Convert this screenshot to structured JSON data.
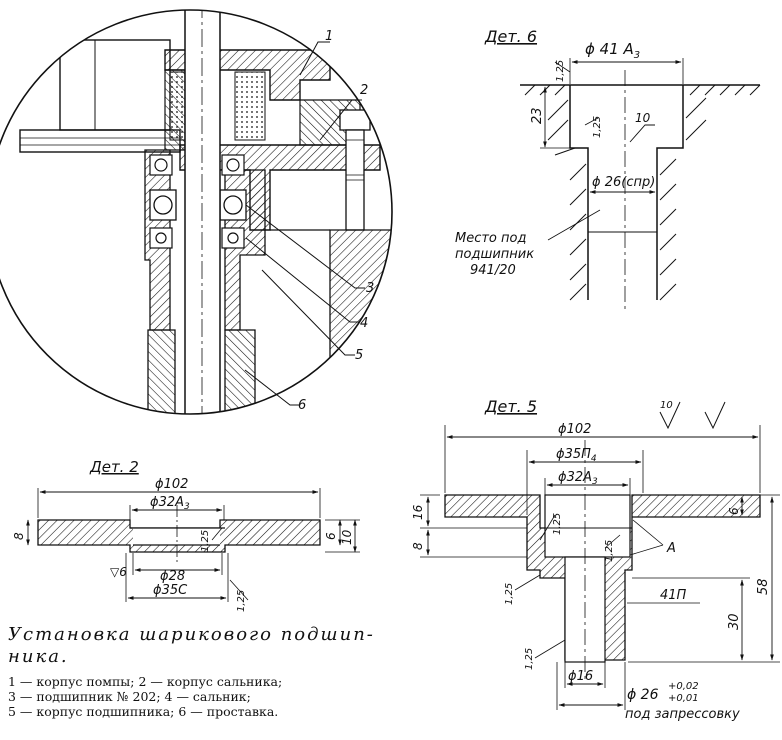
{
  "assembly": {
    "callouts": [
      "1",
      "2",
      "3",
      "4",
      "5",
      "6"
    ]
  },
  "det6": {
    "title": "Дет. 6",
    "dia_top": "ϕ 41 А",
    "dia_top_sub": "3",
    "dim_125_top": "1,25",
    "dim_23": "23",
    "dim_125_side": "1,25",
    "surface_10": "10",
    "dia_26": "ϕ 26(спр)",
    "note": [
      "Место под",
      "подшипник",
      "941/20"
    ]
  },
  "det2": {
    "title": "Дет. 2",
    "dia_102": "ϕ102",
    "dia_32": "ϕ32А",
    "dia_32_sub": "3",
    "dim_8": "8",
    "dim_125a": "1,25",
    "dim_6": "6",
    "dim_10": "10",
    "finish_6": "▽6",
    "dia_28": "ϕ28",
    "dia_35": "ϕ35С",
    "dim_125b": "1,25"
  },
  "det5": {
    "title": "Дет. 5",
    "finish": "10",
    "dia_102": "ϕ102",
    "dia_35": "ϕ35П",
    "dia_35_sub": "4",
    "dia_32": "ϕ32А",
    "dia_32_sub": "3",
    "dim_16": "16",
    "dim_125a": "1,25",
    "dim_6": "6",
    "label_a": "А",
    "dim_8": "8",
    "dim_125b": "1,25",
    "dim_125c": "1,25",
    "fit_41": "41П",
    "dim_58": "58",
    "dim_30": "30",
    "dim_125d": "1,25",
    "dia_16": "ϕ16",
    "dia_26": "ϕ 26",
    "tol_upper": "+0,02",
    "tol_lower": "+0,01",
    "press_note": "под запрессовку"
  },
  "caption": {
    "title_line1": "Установка шарикового подшип-",
    "title_line2": "ника.",
    "legend_line1": "1 — корпус помпы; 2 — корпус сальника;",
    "legend_line2": "3 — подшипник № 202; 4 — сальник;",
    "legend_line3": "5 — корпус подшипника; 6 — проставка."
  }
}
